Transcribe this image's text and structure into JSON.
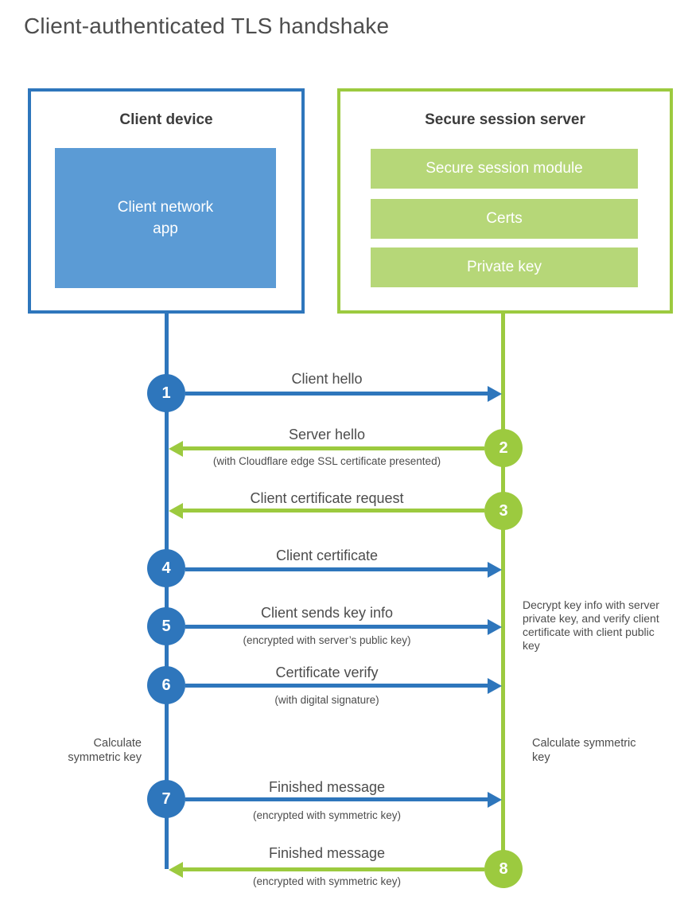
{
  "page": {
    "title": "Client-authenticated TLS handshake"
  },
  "client": {
    "title": "Client device",
    "app": "Client network app"
  },
  "server": {
    "title": "Secure session server",
    "modules": [
      "Secure session module",
      "Certs",
      "Private key"
    ]
  },
  "steps": [
    {
      "num": "1",
      "from": "client",
      "direction": "right",
      "label": "Client hello",
      "subtitle": ""
    },
    {
      "num": "2",
      "from": "server",
      "direction": "left",
      "label": "Server hello",
      "subtitle": "(with Cloudflare edge SSL certificate presented)"
    },
    {
      "num": "3",
      "from": "server",
      "direction": "left",
      "label": "Client certificate request",
      "subtitle": ""
    },
    {
      "num": "4",
      "from": "client",
      "direction": "right",
      "label": "Client certificate",
      "subtitle": ""
    },
    {
      "num": "5",
      "from": "client",
      "direction": "right",
      "label": "Client sends key info",
      "subtitle": "(encrypted with server’s public key)"
    },
    {
      "num": "6",
      "from": "client",
      "direction": "right",
      "label": "Certificate verify",
      "subtitle": "(with digital signature)"
    },
    {
      "num": "7",
      "from": "client",
      "direction": "right",
      "label": "Finished message",
      "subtitle": "(encrypted with symmetric key)"
    },
    {
      "num": "8",
      "from": "server",
      "direction": "left",
      "label": "Finished message",
      "subtitle": "(encrypted with symmetric key)"
    }
  ],
  "annotations": {
    "decrypt_note": "Decrypt key info with server private key, and verify client certificate with client public key",
    "calculate_left": "Calculate symmetric key",
    "calculate_right": "Calculate symmetric key"
  },
  "colors": {
    "blue": "#2E76BC",
    "blue_fill": "#5B9BD5",
    "green": "#9CCA3F",
    "green_fill": "#B6D778"
  }
}
